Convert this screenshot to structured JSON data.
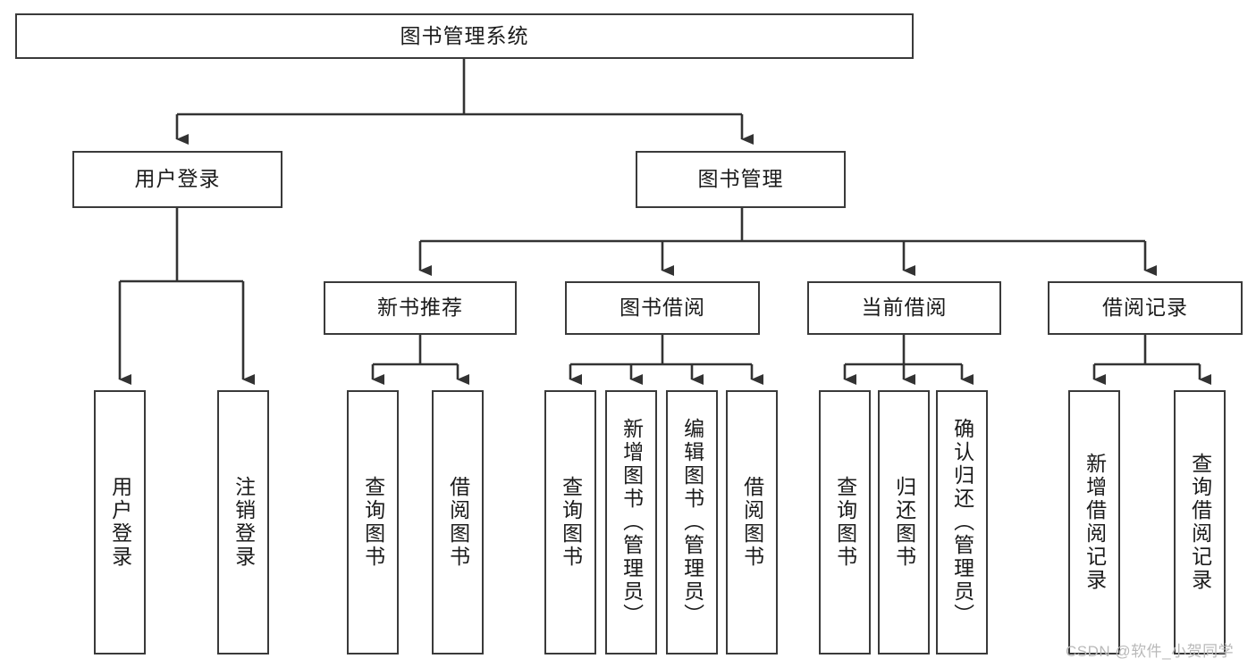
{
  "diagram": {
    "title": "图书管理系统",
    "type": "tree-hierarchy-chart",
    "colors": {
      "box_border": "#3a3a3a",
      "box_fill": "#ffffff",
      "connector": "#333333",
      "text": "#1b1b1b",
      "watermark": "#b9b9b9",
      "background": "#ffffff"
    },
    "root": {
      "id": "root",
      "label": "图书管理系统",
      "orientation": "horizontal"
    },
    "level2": [
      {
        "id": "user-login",
        "label": "用户登录",
        "orientation": "horizontal"
      },
      {
        "id": "book-management",
        "label": "图书管理",
        "orientation": "horizontal"
      }
    ],
    "level3": [
      {
        "id": "new-book-recommend",
        "label": "新书推荐",
        "orientation": "horizontal"
      },
      {
        "id": "book-borrow",
        "label": "图书借阅",
        "orientation": "horizontal"
      },
      {
        "id": "current-borrow",
        "label": "当前借阅",
        "orientation": "horizontal"
      },
      {
        "id": "borrow-record",
        "label": "借阅记录",
        "orientation": "horizontal"
      }
    ],
    "leaves": {
      "user_login": [
        {
          "id": "leaf-user-login",
          "label": "用户登录"
        },
        {
          "id": "leaf-user-logout",
          "label": "注销登录"
        }
      ],
      "new_book_recommend": [
        {
          "id": "leaf-query-book-1",
          "label": "查询图书"
        },
        {
          "id": "leaf-borrow-book-1",
          "label": "借阅图书"
        }
      ],
      "book_borrow": [
        {
          "id": "leaf-query-book-2",
          "label": "查询图书"
        },
        {
          "id": "leaf-add-book",
          "label": "新增图书（管理员）"
        },
        {
          "id": "leaf-edit-book",
          "label": "编辑图书（管理员）"
        },
        {
          "id": "leaf-borrow-book-2",
          "label": "借阅图书"
        }
      ],
      "current_borrow": [
        {
          "id": "leaf-query-book-3",
          "label": "查询图书"
        },
        {
          "id": "leaf-return-book",
          "label": "归还图书"
        },
        {
          "id": "leaf-confirm-return",
          "label": "确认归还（管理员）"
        }
      ],
      "borrow_record": [
        {
          "id": "leaf-add-borrow-record",
          "label": "新增借阅记录"
        },
        {
          "id": "leaf-query-borrow-record",
          "label": "查询借阅记录"
        }
      ]
    },
    "watermark": "CSDN @软件_小贺同学"
  }
}
